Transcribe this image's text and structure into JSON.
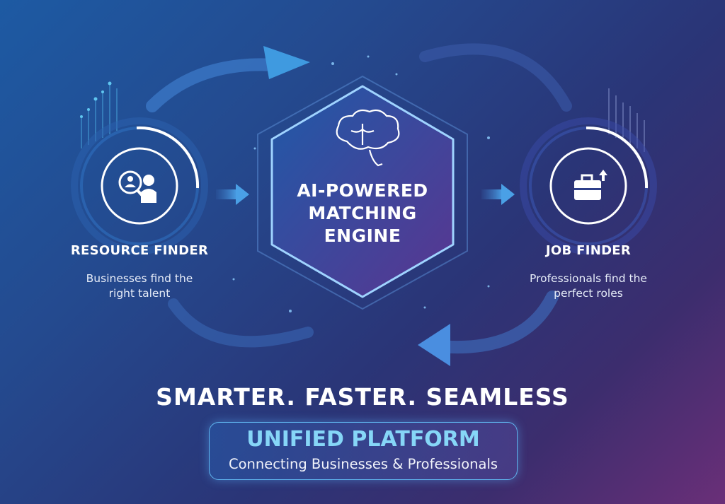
{
  "center": {
    "lines": [
      "AI-POWERED",
      "MATCHING",
      "ENGINE"
    ],
    "icon": "brain-icon"
  },
  "left": {
    "title": "RESOURCE FINDER",
    "desc": [
      "Businesses find the",
      "right talent"
    ],
    "icon": "search-user-icon"
  },
  "right": {
    "title": "JOB FINDER",
    "desc": [
      "Professionals find the",
      "perfect roles"
    ],
    "icon": "briefcase-upload-icon"
  },
  "slogan": "SMARTER. FASTER. SEAMLESS",
  "platform": {
    "title": "UNIFIED PLATFORM",
    "subtitle": "Connecting Businesses & Professionals"
  },
  "colors": {
    "accent": "#86d6f7",
    "bg_start": "#1d5aa3",
    "bg_end": "#6a2f78"
  }
}
